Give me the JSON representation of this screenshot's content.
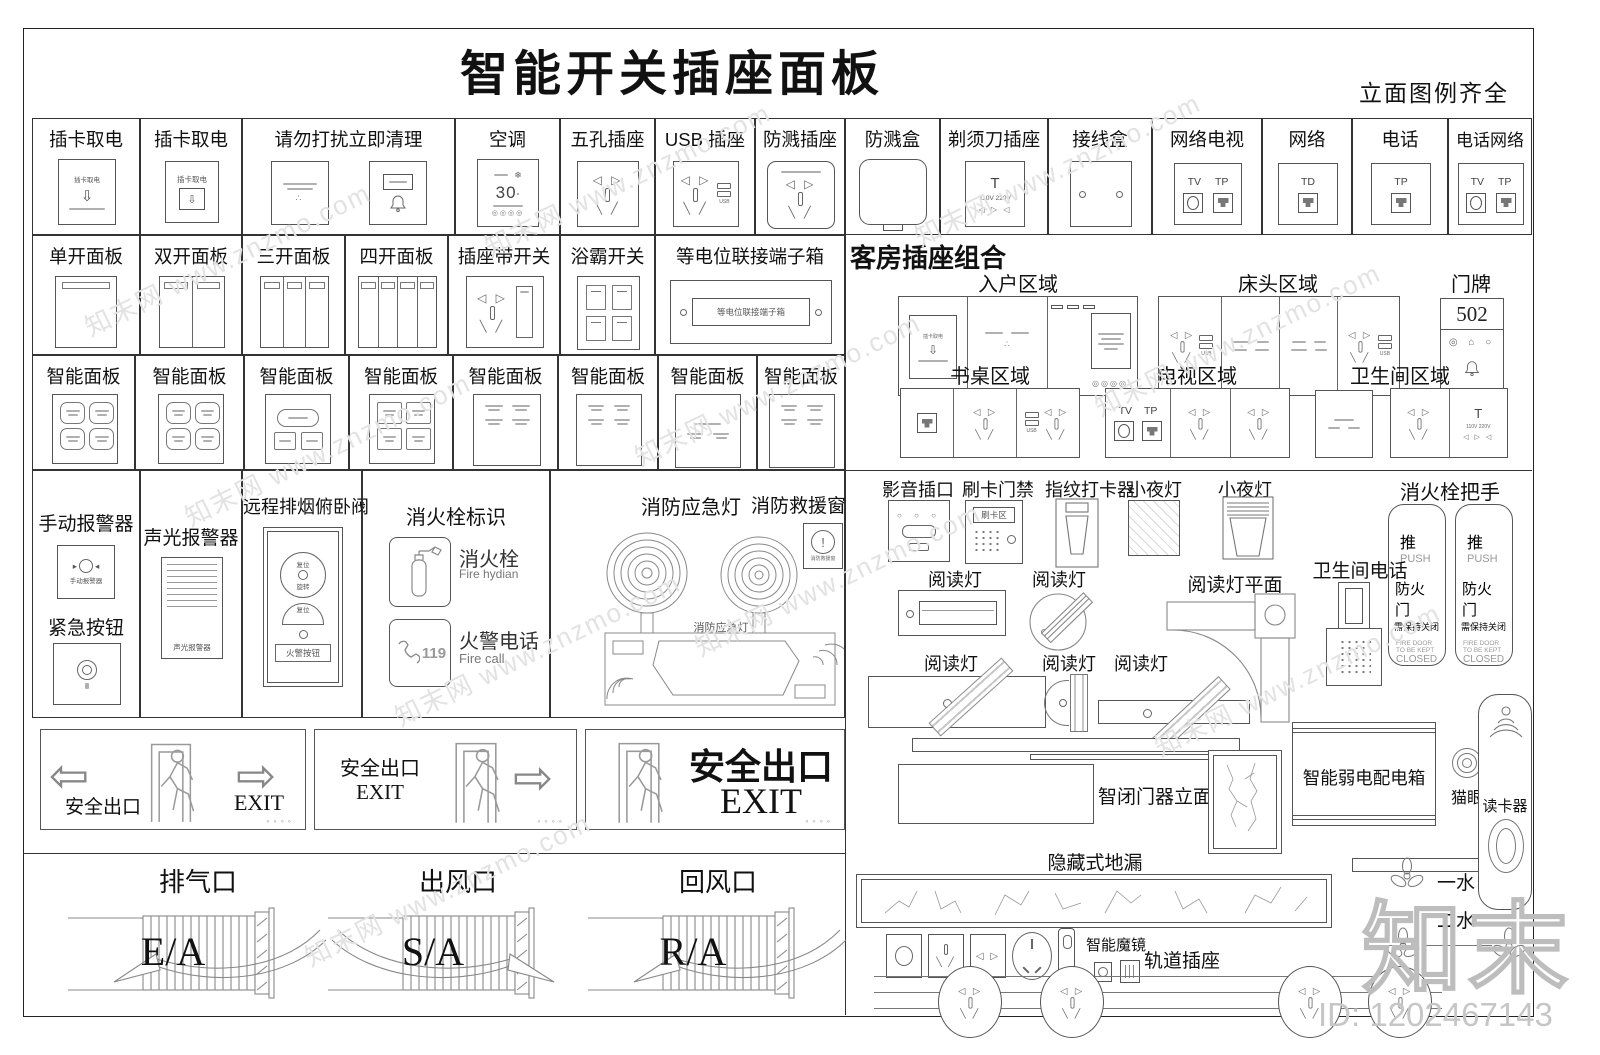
{
  "title": "智能开关插座面板",
  "tagline": "立面图例齐全",
  "watermark": {
    "brand": "知末",
    "id": "ID: 1202467143",
    "site": "知末网 www.znzmo.com"
  },
  "row1": {
    "c1": "插卡取电",
    "c2": "插卡取电",
    "c3": "请勿打扰立即清理",
    "c4": "空调",
    "c5": "五孔插座",
    "c6": "USB 插座",
    "c7": "防溅插座",
    "c8": "防溅盒",
    "c9": "剃须刀插座",
    "c10": "接线盒",
    "c11": "网络电视",
    "c12": "网络",
    "c13": "电话",
    "c14": "电话网络"
  },
  "row2": {
    "c1": "单开面板",
    "c2": "双开面板",
    "c3": "三开面板",
    "c4": "四开面板",
    "c5": "插座带开关",
    "c6": "浴霸开关",
    "c7": "等电位联接端子箱"
  },
  "smart_panel": "智能面板",
  "micro": {
    "card_power": "插卡取电",
    "temp": "30",
    "shaver": "T",
    "volts": "110V 220V",
    "tv": "TV",
    "tp": "TP",
    "td": "TD",
    "usb": "USB",
    "equipotential": "等电位联接端子箱",
    "door_no": "502",
    "fire_no": "119",
    "manual_alarm": "手动报警器",
    "sound_light": "声光报警器",
    "swipe_area": "刷卡区",
    "emergency_light": "消防应急灯",
    "rescue_window": "消防救援窗"
  },
  "guest": {
    "header": "客房插座组合",
    "entry": "入户区域",
    "bedside": "床头区域",
    "doorplate": "门牌",
    "desk": "书桌区域",
    "tv": "电视区域",
    "bath": "卫生间区域"
  },
  "fire": {
    "manual": "手动报警器",
    "emergency": "紧急按钮",
    "sound_light": "声光报警器",
    "smoke_valve": "远程排烟俯卧阀",
    "reset": "复位",
    "rotate": "旋转",
    "fire_btn": "火警按钮",
    "hydrant_sign": "消火栓标识",
    "hydrant": "消火栓",
    "hydrant_en": "Fire hydian",
    "fire_call": "火警电话",
    "fire_call_en": "Fire call",
    "em_light": "消防应急灯",
    "rescue": "消防救援窗"
  },
  "right": {
    "av": "影音插口",
    "access": "刷卡门禁",
    "fingerprint": "指纹打卡器",
    "nightlight": "小夜灯",
    "handle_sign": "消火栓把手",
    "push": "推",
    "push_en": "PUSH",
    "fire_door": "防火门",
    "keep_closed": "需保持关闭",
    "fd_en1": "FIRE DOOR",
    "fd_en2": "TO BE KEPT",
    "fd_en3": "CLOSED",
    "bath_phone": "卫生间电话",
    "reading": "阅读灯",
    "reading_plan": "阅读灯平面",
    "closer": "智闭门器立面",
    "drain": "隐藏式地漏",
    "elec_box": "智能弱电配电箱",
    "peephole": "猫眼",
    "reader": "读卡器",
    "water1": "一水",
    "water2": "二水",
    "mirror": "智能魔镜",
    "track": "轨道插座"
  },
  "exit": {
    "cn": "安全出口",
    "en": "EXIT"
  },
  "vents": [
    {
      "label": "排气口",
      "code": "E/A"
    },
    {
      "label": "出风口",
      "code": "S/A"
    },
    {
      "label": "回风口",
      "code": "R/A"
    }
  ]
}
